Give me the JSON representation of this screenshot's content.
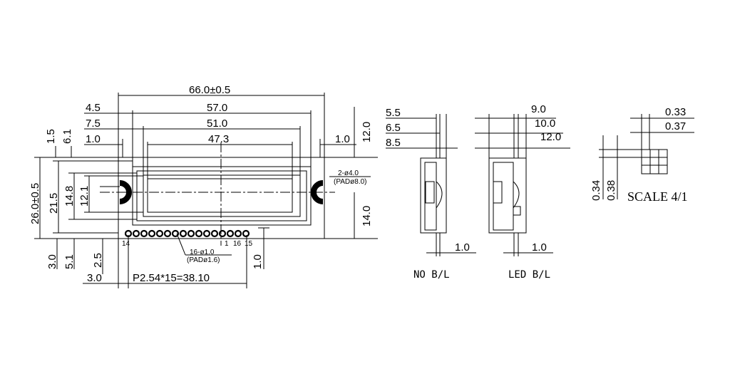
{
  "front": {
    "dims": {
      "w66": "66.0±0.5",
      "w57": "57.0",
      "w51": "51.0",
      "w47": "47.3",
      "l45": "4.5",
      "l75": "7.5",
      "l10": "1.0",
      "r10": "1.0",
      "r12": "12.0",
      "v15": "1.5",
      "v61": "6.1",
      "h26": "26.0±0.5",
      "h215": "21.5",
      "h148": "14.8",
      "h121": "12.1",
      "r14": "14.0",
      "b30": "3.0",
      "b51": "5.1",
      "b25": "2.5",
      "b30b": "3.0",
      "br10": "1.0",
      "pitch": "P2.54*15=38.10"
    },
    "holes_label": "2-ø4.0",
    "holes_pad": "(PADø8.0)",
    "pins_label": "16-ø1.0",
    "pins_pad": "(PADø1.6)",
    "pin14": "14",
    "pin1": "1",
    "pin16": "16",
    "pin15": "15"
  },
  "side_no": {
    "d55": "5.5",
    "d65": "6.5",
    "d85": "8.5",
    "d10": "1.0",
    "caption": "NO B/L"
  },
  "side_led": {
    "d90": "9.0",
    "d100": "10.0",
    "d120": "12.0",
    "d10": "1.0",
    "caption": "LED B/L"
  },
  "dot": {
    "d033": "0.33",
    "d037": "0.37",
    "d034": "0.34",
    "d038": "0.38",
    "scale": "SCALE 4/1"
  }
}
